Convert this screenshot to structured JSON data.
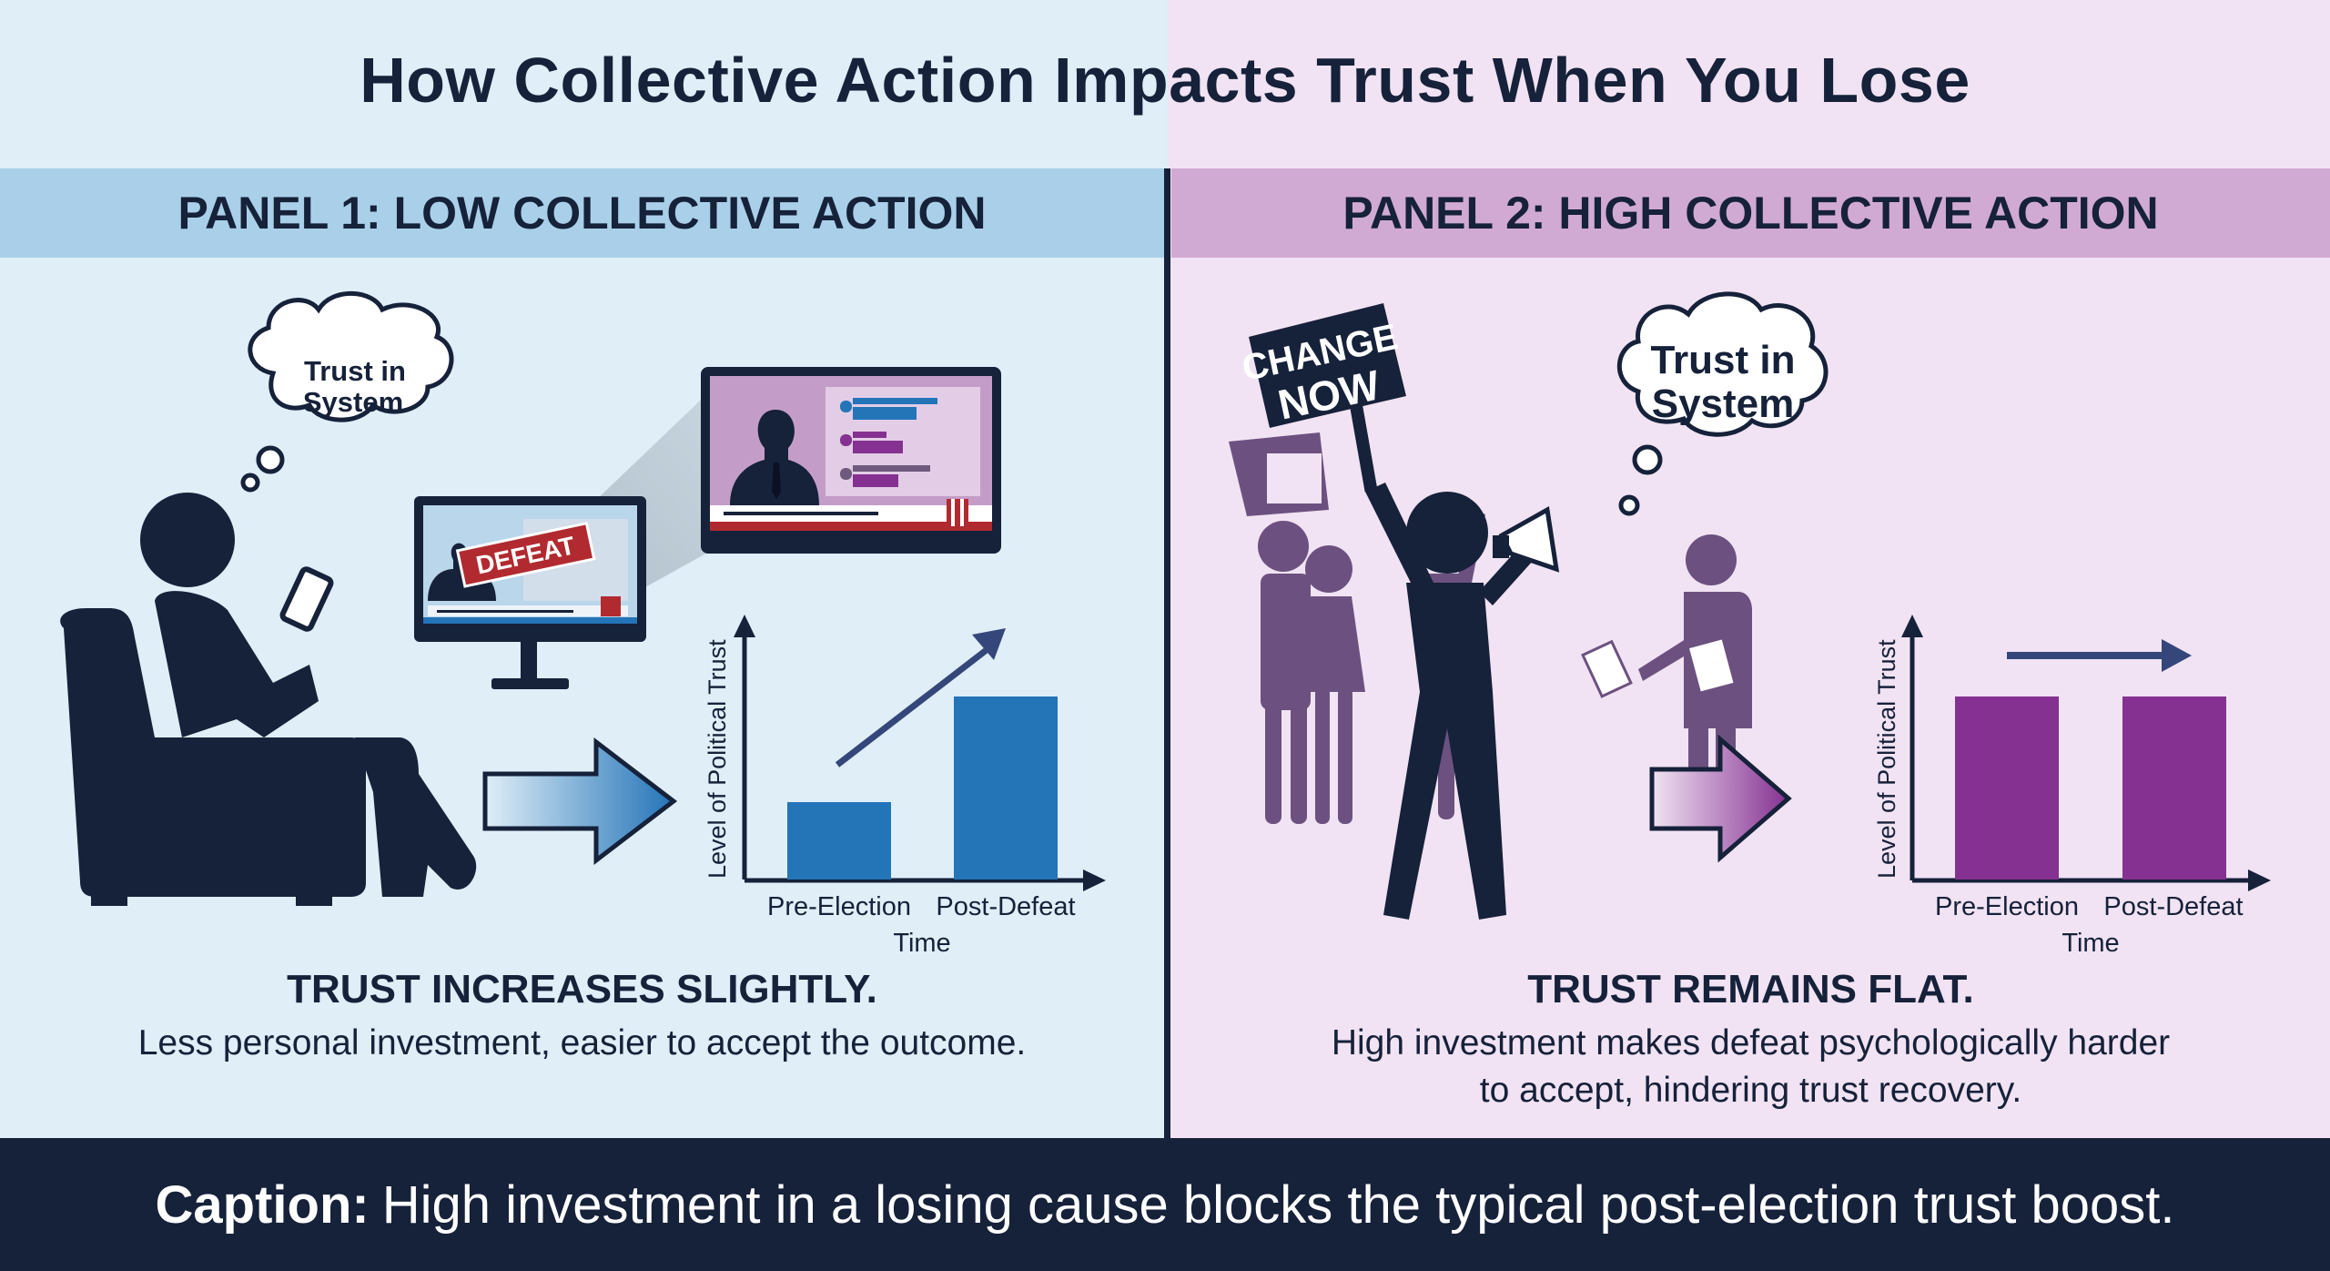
{
  "title": "How Collective Action Impacts Trust When You Lose",
  "colors": {
    "left_bg": "#dfeef7",
    "right_bg": "#f1e3f3",
    "left_header": "#a9d0e8",
    "right_header": "#d1aad3",
    "navy": "#16213a",
    "blue_bar": "#2474b8",
    "purple_bar": "#853191",
    "defeat_red": "#b12a2f"
  },
  "panels": [
    {
      "header": "PANEL 1: LOW COLLECTIVE ACTION",
      "thought_bubble": {
        "line1": "Trust in",
        "line2": "System"
      },
      "tv_banner": "DEFEAT",
      "summary_title": "TRUST INCREASES SLIGHTLY.",
      "summary_text": [
        "Less personal investment, easier to accept the outcome."
      ]
    },
    {
      "header": "PANEL 2: HIGH COLLECTIVE ACTION",
      "sign": {
        "line1": "CHANGE",
        "line2": "NOW"
      },
      "thought_bubble": {
        "line1": "Trust in",
        "line2": "System"
      },
      "summary_title": "TRUST REMAINS FLAT.",
      "summary_text": [
        "High investment makes defeat psychologically harder",
        "to accept, hindering trust recovery."
      ]
    }
  ],
  "caption": {
    "label": "Caption:",
    "text": "High investment in a losing cause blocks the typical post-election trust boost."
  },
  "chart_data": [
    {
      "type": "bar",
      "title": "Panel 1: Low Collective Action",
      "categories": [
        "Pre-Election",
        "Post-Defeat"
      ],
      "values": [
        2,
        5
      ],
      "xlabel": "Time",
      "ylabel": "Level of Political Trust",
      "ylim": [
        0,
        6
      ],
      "trend": "increase",
      "grid": false,
      "color": "#2474b8"
    },
    {
      "type": "bar",
      "title": "Panel 2: High Collective Action",
      "categories": [
        "Pre-Election",
        "Post-Defeat"
      ],
      "values": [
        5,
        5
      ],
      "xlabel": "Time",
      "ylabel": "Level of Political Trust",
      "ylim": [
        0,
        6
      ],
      "trend": "flat",
      "grid": false,
      "color": "#853191"
    }
  ]
}
